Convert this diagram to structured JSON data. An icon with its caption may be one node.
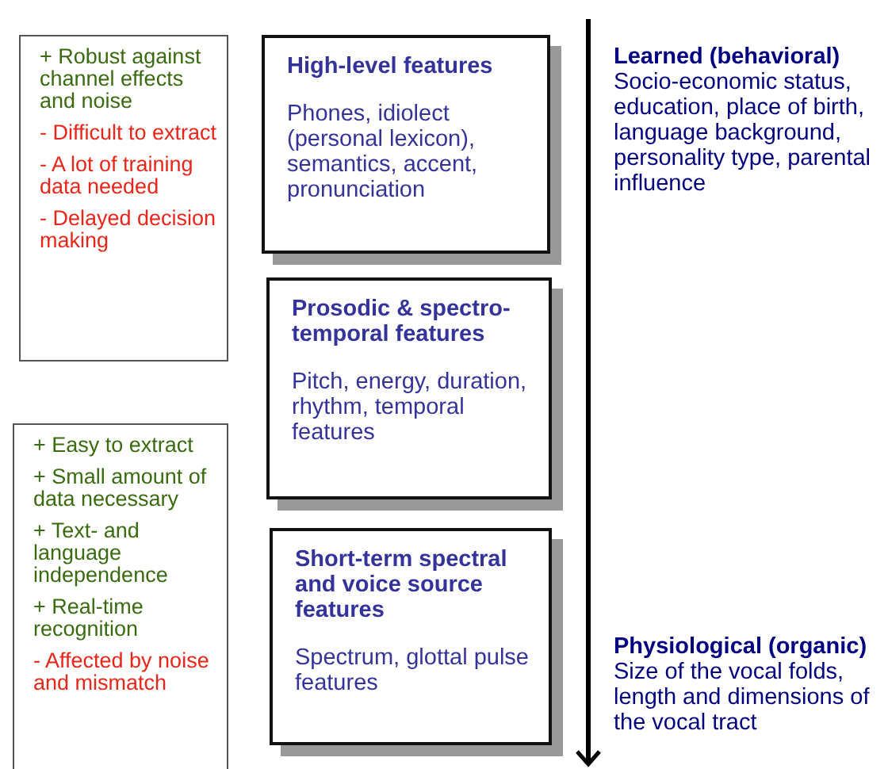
{
  "diagram": {
    "nodes": [
      {
        "text": [
          "+ Robust against channel effects and noise",
          "- Difficult to extract",
          "- A lot of training data needed",
          "- Delayed decision making"
        ]
      },
      {
        "text": [
          "High-level features",
          "Phones, idiolect (personal lexicon), semantics, accent, pronunciation"
        ]
      },
      {
        "text": [
          "Prosodic & spectro-temporal features",
          "Pitch, energy, duration, rhythm, temporal features"
        ]
      },
      {
        "text": [
          "+ Easy to extract",
          "+ Small amount of data necessary",
          "+ Text- and language independence",
          "+ Real-time recognition",
          "- Affected by noise and mismatch"
        ]
      },
      {
        "text": [
          "Short-term spectral and voice source features",
          "Spectrum, glottal pulse features"
        ]
      }
    ],
    "edges": [],
    "labels": [
      "Learned (behavioral)",
      "Socio-economic status, education, place of birth, language background, personality type, parental influence",
      "Physiological (organic)",
      "Size of the vocal folds, length and dimensions of the vocal tract"
    ]
  }
}
